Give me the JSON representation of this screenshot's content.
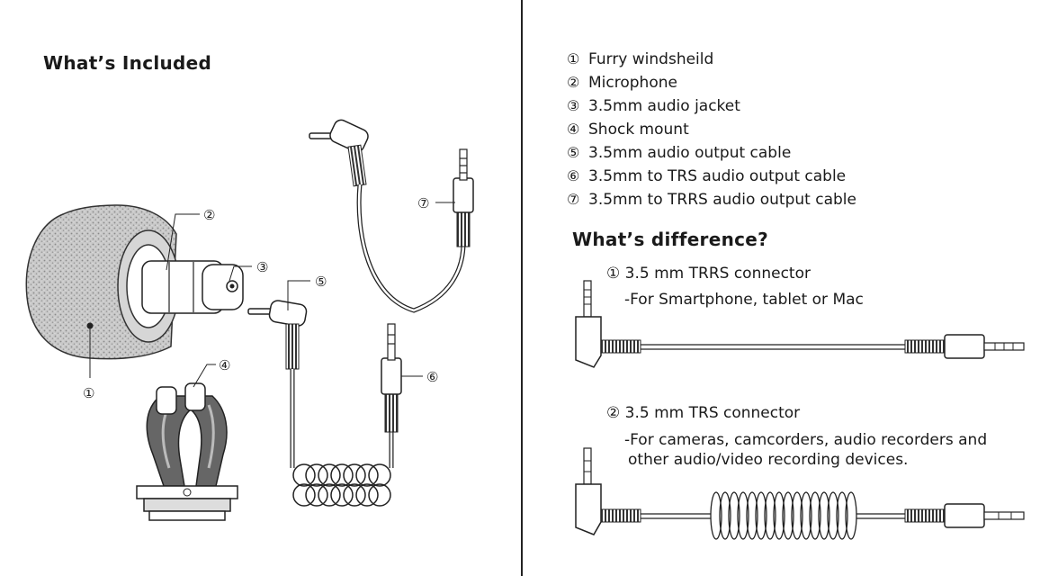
{
  "left": {
    "heading": "What’s Included",
    "callouts": {
      "c1": "①",
      "c2": "②",
      "c3": "③",
      "c4": "④",
      "c5": "⑤",
      "c6": "⑥",
      "c7": "⑦"
    }
  },
  "right": {
    "parts": [
      {
        "num": "①",
        "label": "Furry windsheild"
      },
      {
        "num": "②",
        "label": "Microphone"
      },
      {
        "num": "③",
        "label": "3.5mm audio jacket"
      },
      {
        "num": "④",
        "label": "Shock mount"
      },
      {
        "num": "⑤",
        "label": "3.5mm audio output cable"
      },
      {
        "num": "⑥",
        "label": "3.5mm to TRS audio output cable"
      },
      {
        "num": "⑦",
        "label": "3.5mm to TRRS audio output cable"
      }
    ],
    "difference_heading": "What’s difference?",
    "connectors": [
      {
        "num": "①",
        "title": "3.5 mm TRRS connector",
        "desc": [
          "-For Smartphone, tablet or Mac"
        ]
      },
      {
        "num": "②",
        "title": "3.5 mm TRS connector",
        "desc": [
          "-For cameras, camcorders, audio recorders and",
          "other audio/video recording devices."
        ]
      }
    ]
  }
}
